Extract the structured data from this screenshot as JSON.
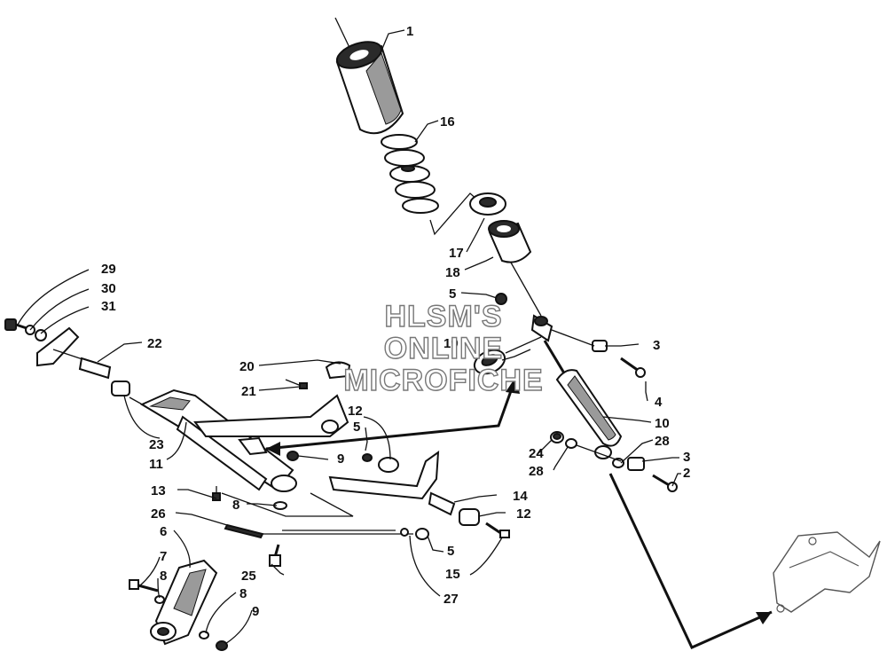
{
  "watermark": {
    "lines": [
      "HLSM'S",
      "ONLINE",
      "MICROFICHE"
    ]
  },
  "callouts": [
    {
      "id": "c1",
      "text": "1"
    },
    {
      "id": "c16",
      "text": "16"
    },
    {
      "id": "c17",
      "text": "17"
    },
    {
      "id": "c18",
      "text": "18"
    },
    {
      "id": "c5a",
      "text": "5"
    },
    {
      "id": "c3a",
      "text": "3"
    },
    {
      "id": "c19",
      "text": "19"
    },
    {
      "id": "c4",
      "text": "4"
    },
    {
      "id": "c10",
      "text": "10"
    },
    {
      "id": "c29",
      "text": "29"
    },
    {
      "id": "c30",
      "text": "30"
    },
    {
      "id": "c31",
      "text": "31"
    },
    {
      "id": "c22",
      "text": "22"
    },
    {
      "id": "c20",
      "text": "20"
    },
    {
      "id": "c21",
      "text": "21"
    },
    {
      "id": "c12a",
      "text": "12"
    },
    {
      "id": "c5b",
      "text": "5"
    },
    {
      "id": "c9a",
      "text": "9"
    },
    {
      "id": "c23",
      "text": "23"
    },
    {
      "id": "c11",
      "text": "11"
    },
    {
      "id": "c24",
      "text": "24"
    },
    {
      "id": "c28a",
      "text": "28"
    },
    {
      "id": "c28b",
      "text": "28"
    },
    {
      "id": "c3b",
      "text": "3"
    },
    {
      "id": "c2",
      "text": "2"
    },
    {
      "id": "c13",
      "text": "13"
    },
    {
      "id": "c8a",
      "text": "8"
    },
    {
      "id": "c14",
      "text": "14"
    },
    {
      "id": "c26",
      "text": "26"
    },
    {
      "id": "c12b",
      "text": "12"
    },
    {
      "id": "c6",
      "text": "6"
    },
    {
      "id": "c5c",
      "text": "5"
    },
    {
      "id": "c7",
      "text": "7"
    },
    {
      "id": "c15",
      "text": "15"
    },
    {
      "id": "c25",
      "text": "25"
    },
    {
      "id": "c8b",
      "text": "8"
    },
    {
      "id": "c8c",
      "text": "8"
    },
    {
      "id": "c27",
      "text": "27"
    },
    {
      "id": "c9b",
      "text": "9"
    }
  ]
}
